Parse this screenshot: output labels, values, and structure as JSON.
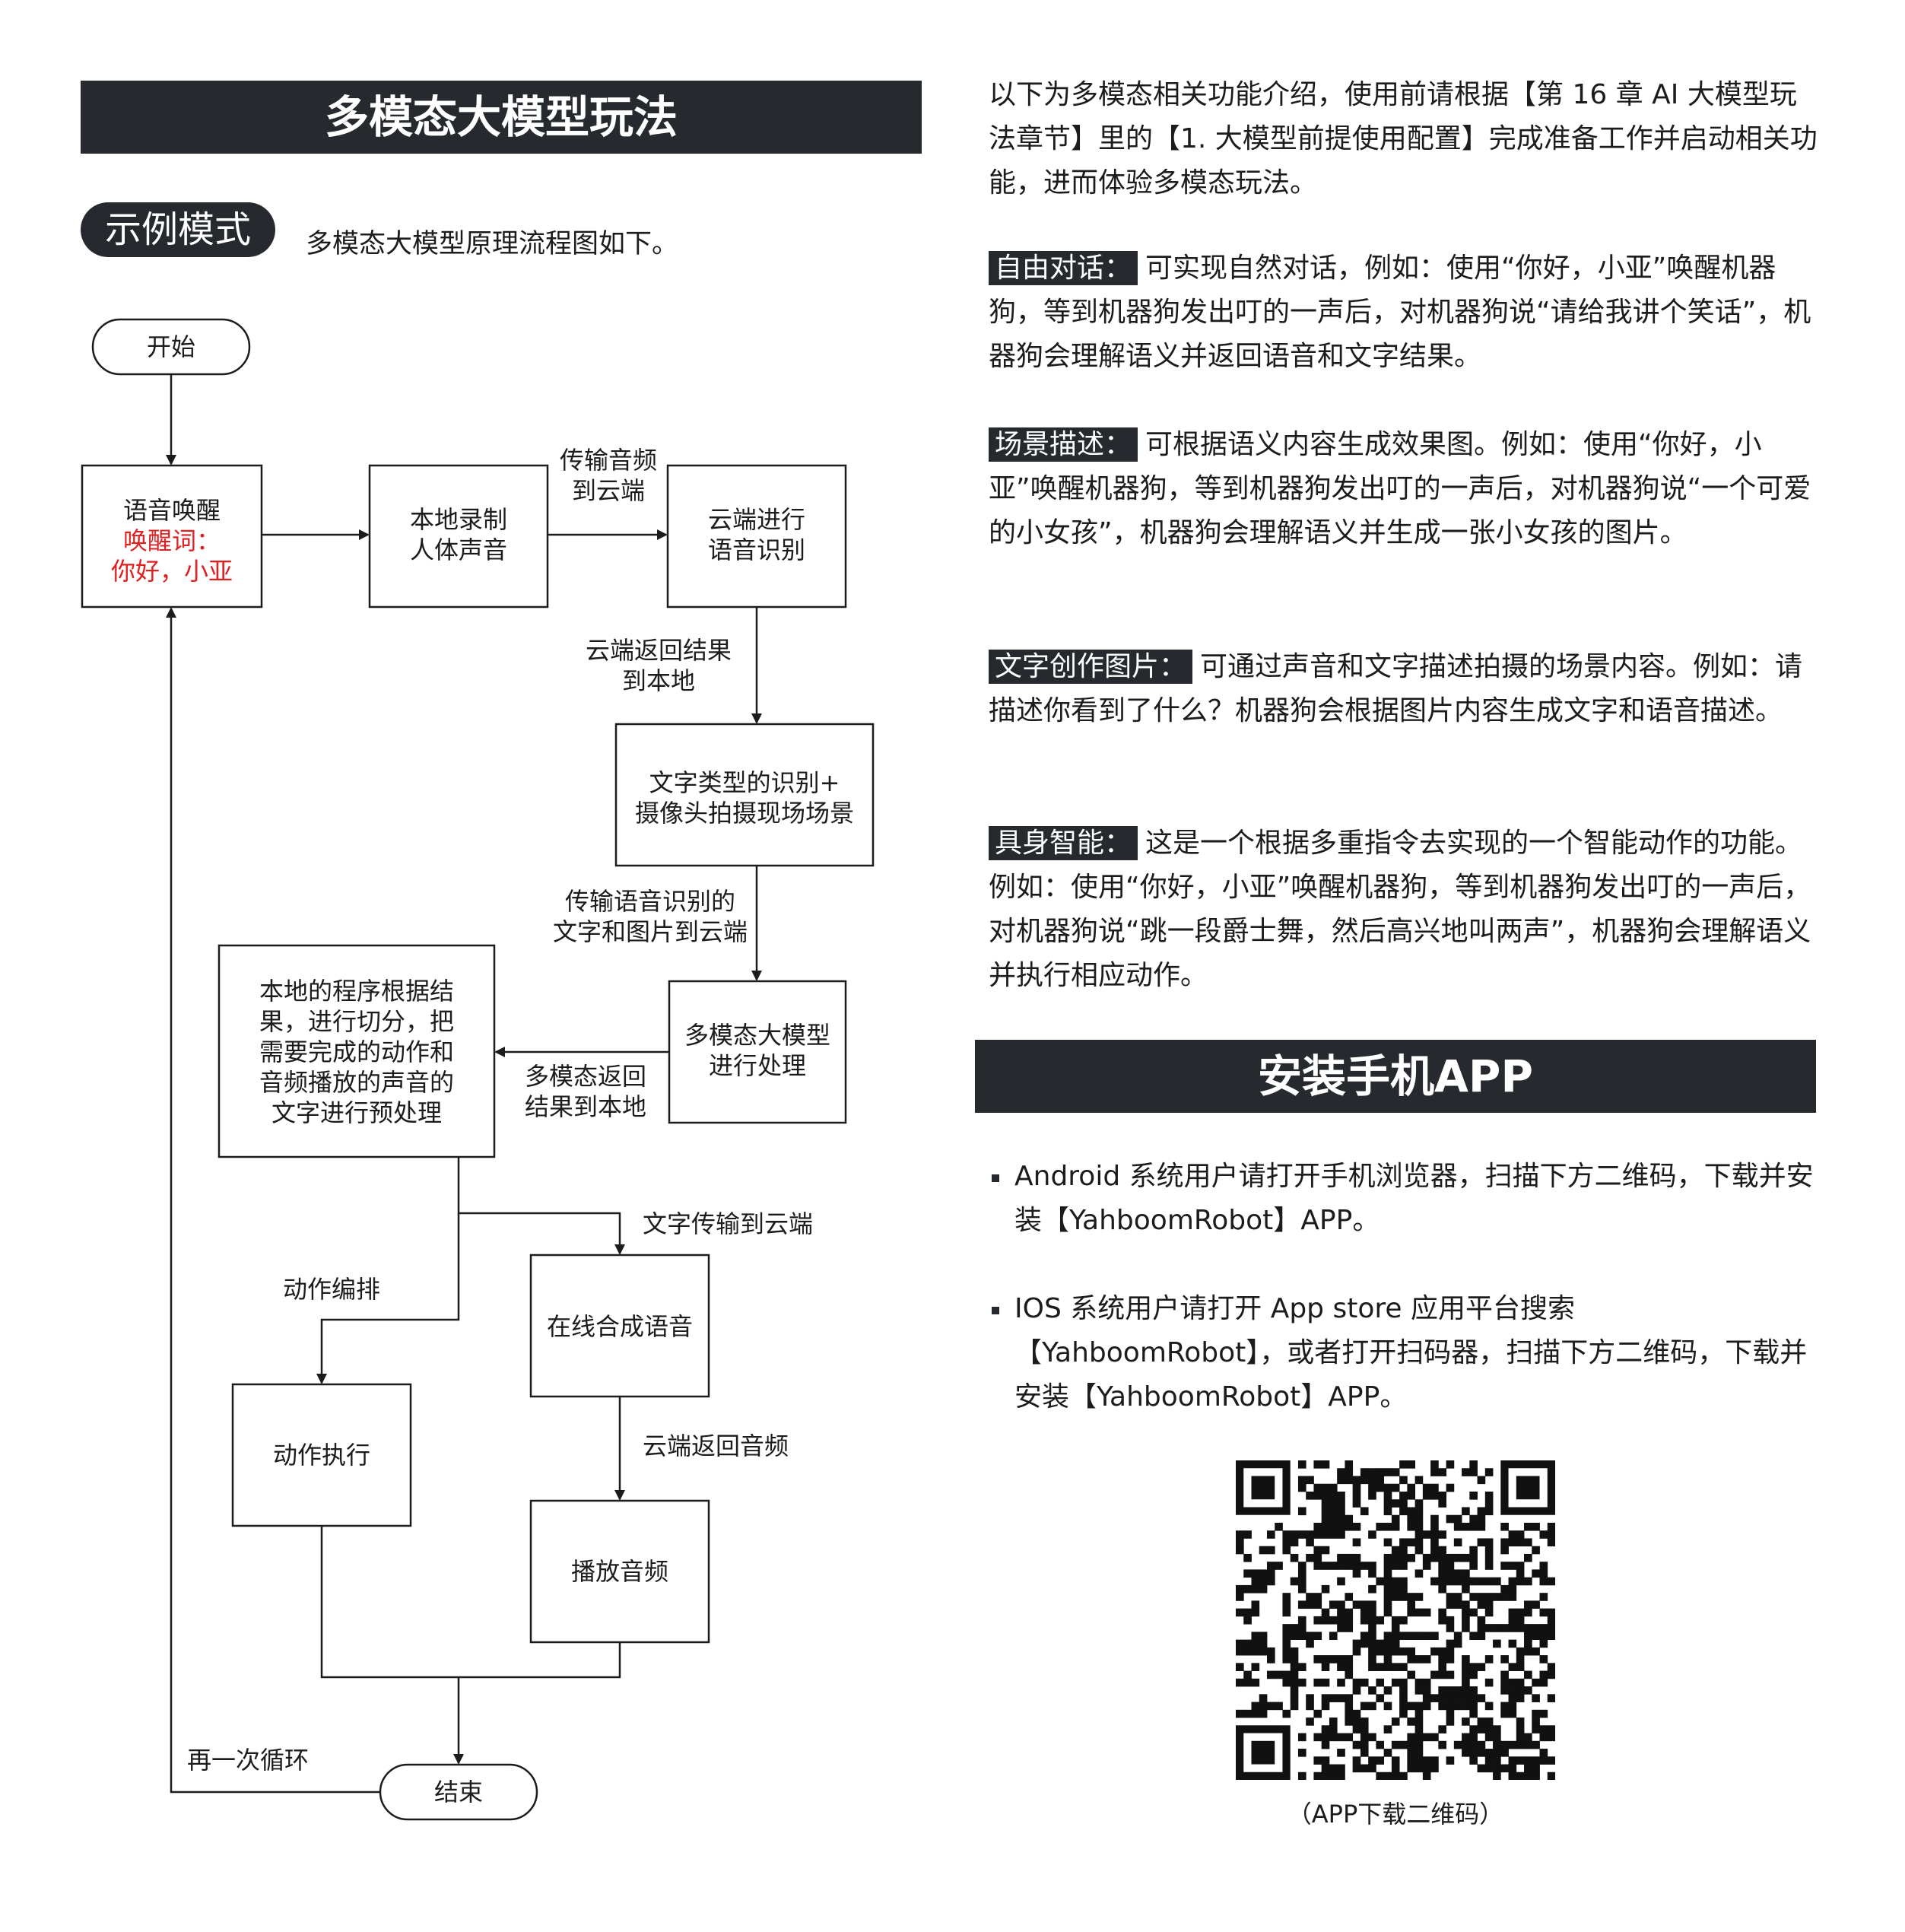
{
  "left": {
    "title": "多模态大模型玩法",
    "section_pill": "示例模式",
    "intro": "多模态大模型原理流程图如下。",
    "flow": {
      "start": "开始",
      "wake_line1": "语音唤醒",
      "wake_line2": "唤醒词：",
      "wake_line3": "你好，小亚",
      "record_line1": "本地录制",
      "record_line2": "人体声音",
      "transmit_line1": "传输音频",
      "transmit_line2": "到云端",
      "cloud_line1": "云端进行",
      "cloud_line2": "语音识别",
      "return_line1": "云端返回结果",
      "return_line2": "到本地",
      "recognize_line1": "文字类型的识别+",
      "recognize_line2": "摄像头拍摄现场场景",
      "transmit2_line1": "传输语音识别的",
      "transmit2_line2": "文字和图片到云端",
      "multimodal_line1": "多模态大模型",
      "multimodal_line2": "进行处理",
      "mm_return_line1": "多模态返回",
      "mm_return_line2": "结果到本地",
      "local_line1": "本地的程序根据结",
      "local_line2": "果，进行切分，把",
      "local_line3": "需要完成的动作和",
      "local_line4": "音频播放的声音的",
      "local_line5": "文字进行预处理",
      "text_to_cloud": "文字传输到云端",
      "action_arrange": "动作编排",
      "synth": "在线合成语音",
      "action_exec": "动作执行",
      "cloud_audio": "云端返回音频",
      "play_audio": "播放音频",
      "loop": "再一次循环",
      "end": "结束"
    }
  },
  "right": {
    "intro_text": "以下为多模态相关功能介绍，使用前请根据【第 16 章 AI 大模型玩法章节】里的【1. 大模型前提使用配置】完成准备工作并启动相关功能，进而体验多模态玩法。",
    "features": [
      {
        "tag": "自由对话：",
        "text": "可实现自然对话，例如：使用“你好，小亚”唤醒机器狗，等到机器狗发出叮的一声后，对机器狗说“请给我讲个笑话”，机器狗会理解语义并返回语音和文字结果。"
      },
      {
        "tag": "场景描述：",
        "text": "可根据语义内容生成效果图。例如：使用“你好，小亚”唤醒机器狗，等到机器狗发出叮的一声后，对机器狗说“一个可爱的小女孩”，机器狗会理解语义并生成一张小女孩的图片。"
      },
      {
        "tag": "文字创作图片：",
        "text": "可通过声音和文字描述拍摄的场景内容。例如：请描述你看到了什么？机器狗会根据图片内容生成文字和语音描述。"
      },
      {
        "tag": "具身智能：",
        "text": "这是一个根据多重指令去实现的一个智能动作的功能。例如：使用“你好，小亚”唤醒机器狗，等到机器狗发出叮的一声后，对机器狗说“跳一段爵士舞，然后高兴地叫两声”，机器狗会理解语义并执行相应动作。"
      }
    ],
    "app_title": "安装手机APP",
    "bullets": [
      "Android 系统用户请打开手机浏览器，扫描下方二维码，下载并安装【YahboomRobot】APP。",
      "IOS 系统用户请打开 App store 应用平台搜索【YahboomRobot】，或者打开扫码器，扫描下方二维码，下载并安装【YahboomRobot】APP。"
    ],
    "qr_caption": "（APP下载二维码）"
  }
}
